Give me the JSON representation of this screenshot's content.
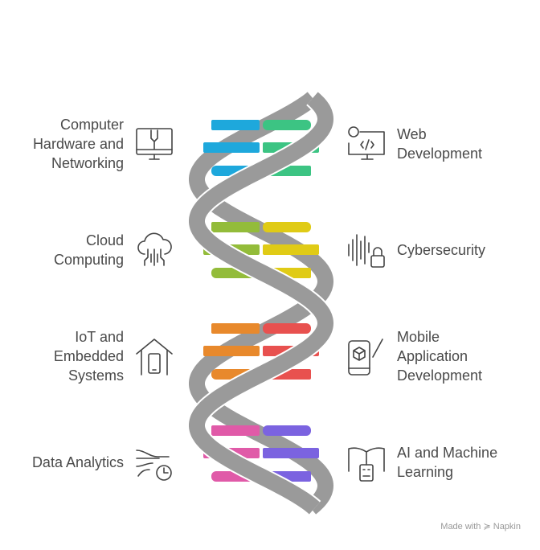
{
  "left_items": [
    {
      "label_lines": [
        "Computer",
        "Hardware and",
        "Networking"
      ],
      "icon": "monitor-wrench-icon"
    },
    {
      "label_lines": [
        "Cloud",
        "Computing"
      ],
      "icon": "cloud-circuit-icon"
    },
    {
      "label_lines": [
        "IoT and",
        "Embedded",
        "Systems"
      ],
      "icon": "home-phone-icon"
    },
    {
      "label_lines": [
        "Data Analytics"
      ],
      "icon": "wind-clock-icon"
    }
  ],
  "right_items": [
    {
      "label_lines": [
        "Web",
        "Development"
      ],
      "icon": "monitor-gear-code-icon"
    },
    {
      "label_lines": [
        "Cybersecurity"
      ],
      "icon": "soundwave-lock-icon"
    },
    {
      "label_lines": [
        "Mobile",
        "Application",
        "Development"
      ],
      "icon": "phone-cube-brush-icon"
    },
    {
      "label_lines": [
        "AI and Machine",
        "Learning"
      ],
      "icon": "book-robot-icon"
    }
  ],
  "colors": {
    "strand": "#9a9a9a",
    "pairs": [
      [
        "#1ea8dc",
        "#3cc483"
      ],
      [
        "#93bc3a",
        "#e0cb16"
      ],
      [
        "#e8892c",
        "#e8514f"
      ],
      [
        "#e05aa8",
        "#7b63e0"
      ]
    ]
  },
  "footer": "Made with ≽ Napkin"
}
